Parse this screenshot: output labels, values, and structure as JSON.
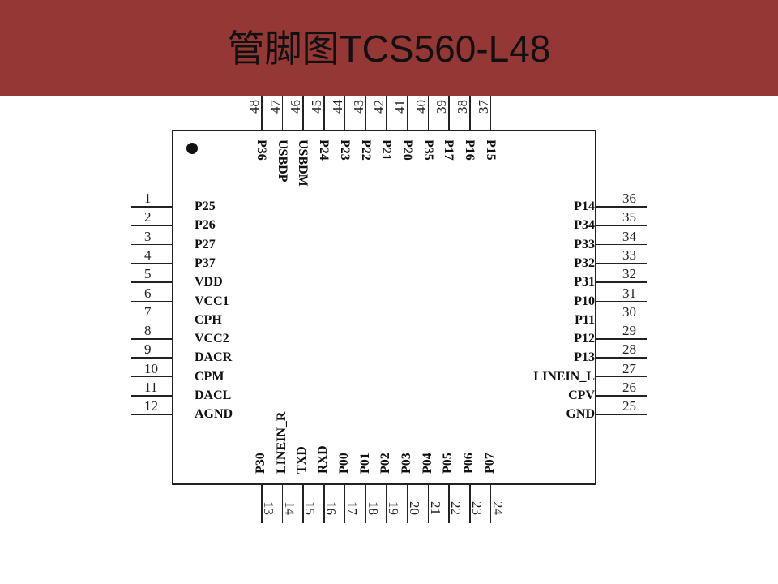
{
  "title": "管脚图TCS560-L48",
  "pins": {
    "left": [
      {
        "n": "1",
        "label": "P25"
      },
      {
        "n": "2",
        "label": "P26"
      },
      {
        "n": "3",
        "label": "P27"
      },
      {
        "n": "4",
        "label": "P37"
      },
      {
        "n": "5",
        "label": "VDD"
      },
      {
        "n": "6",
        "label": "VCC1"
      },
      {
        "n": "7",
        "label": "CPH"
      },
      {
        "n": "8",
        "label": "VCC2"
      },
      {
        "n": "9",
        "label": "DACR"
      },
      {
        "n": "10",
        "label": "CPM"
      },
      {
        "n": "11",
        "label": "DACL"
      },
      {
        "n": "12",
        "label": "AGND"
      }
    ],
    "bottom": [
      {
        "n": "13",
        "label": "P30"
      },
      {
        "n": "14",
        "label": "LINEIN_R"
      },
      {
        "n": "15",
        "label": "TXD"
      },
      {
        "n": "16",
        "label": "RXD"
      },
      {
        "n": "17",
        "label": "P00"
      },
      {
        "n": "18",
        "label": "P01"
      },
      {
        "n": "19",
        "label": "P02"
      },
      {
        "n": "20",
        "label": "P03"
      },
      {
        "n": "21",
        "label": "P04"
      },
      {
        "n": "22",
        "label": "P05"
      },
      {
        "n": "23",
        "label": "P06"
      },
      {
        "n": "24",
        "label": "P07"
      }
    ],
    "right": [
      {
        "n": "36",
        "label": "P14"
      },
      {
        "n": "35",
        "label": "P34"
      },
      {
        "n": "34",
        "label": "P33"
      },
      {
        "n": "33",
        "label": "P32"
      },
      {
        "n": "32",
        "label": "P31"
      },
      {
        "n": "31",
        "label": "P10"
      },
      {
        "n": "30",
        "label": "P11"
      },
      {
        "n": "29",
        "label": "P12"
      },
      {
        "n": "28",
        "label": "P13"
      },
      {
        "n": "27",
        "label": "LINEIN_L"
      },
      {
        "n": "26",
        "label": "CPV"
      },
      {
        "n": "25",
        "label": "GND"
      }
    ],
    "top": [
      {
        "n": "48",
        "label": "P36"
      },
      {
        "n": "47",
        "label": "USBDP"
      },
      {
        "n": "46",
        "label": "USBDM"
      },
      {
        "n": "45",
        "label": "P24"
      },
      {
        "n": "44",
        "label": "P23"
      },
      {
        "n": "43",
        "label": "P22"
      },
      {
        "n": "42",
        "label": "P21"
      },
      {
        "n": "41",
        "label": "P20"
      },
      {
        "n": "40",
        "label": "P35"
      },
      {
        "n": "39",
        "label": "P17"
      },
      {
        "n": "38",
        "label": "P16"
      },
      {
        "n": "37",
        "label": "P15"
      }
    ]
  }
}
